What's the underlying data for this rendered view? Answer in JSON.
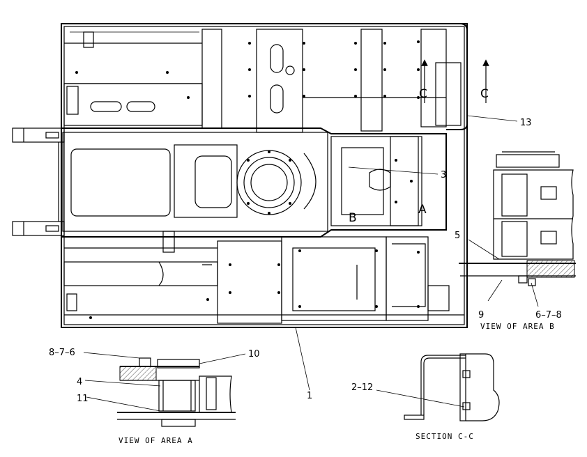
{
  "callouts": {
    "c13": "13",
    "c3": "3",
    "c5": "5",
    "c9": "9",
    "c678": "6–7–8",
    "c876": "8–7–6",
    "c10": "10",
    "c4": "4",
    "c11": "11",
    "c1": "1",
    "c212": "2–12"
  },
  "markers": {
    "section_left": "C",
    "section_right": "C",
    "area_a": "A",
    "area_b": "B"
  },
  "captions": {
    "view_area_b": "VIEW OF AREA B",
    "view_area_a": "VIEW OF AREA A",
    "section_cc": "SECTION C-C"
  }
}
